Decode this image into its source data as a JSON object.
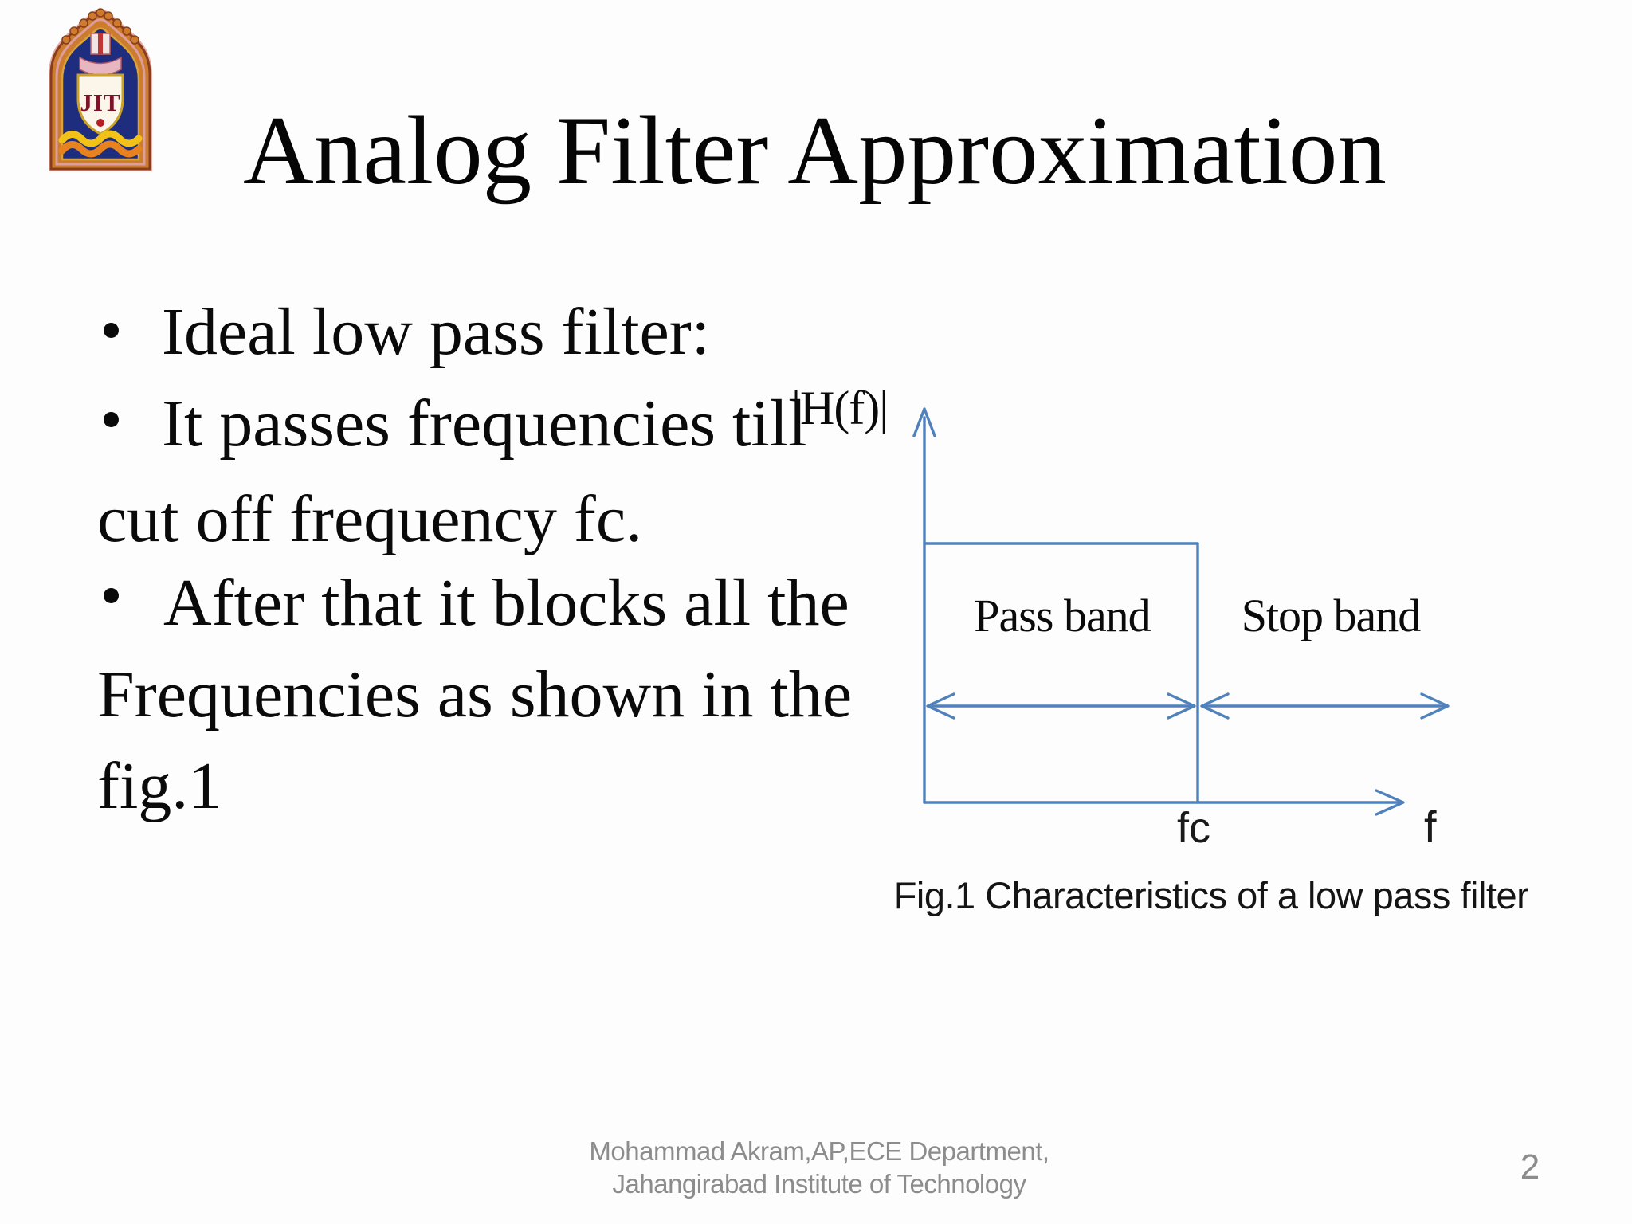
{
  "slide": {
    "title": "Analog Filter Approximation",
    "page_number": "2",
    "logo": {
      "monogram": "JIT"
    },
    "content": {
      "lines": [
        {
          "bullet": true,
          "text": "Ideal low pass filter:"
        },
        {
          "bullet": true,
          "text": "It passes frequencies till"
        },
        {
          "bullet": false,
          "text": "cut off frequency fc."
        },
        {
          "bullet": true,
          "text": "After that it blocks all the"
        },
        {
          "bullet": false,
          "text": "Frequencies as shown in the"
        },
        {
          "bullet": false,
          "text": "fig.1"
        }
      ]
    },
    "figure": {
      "y_axis_label": "|H(f)|",
      "x_axis_label": "f",
      "cutoff_label": "fc",
      "pass_band_label": "Pass band",
      "stop_band_label": "Stop band",
      "caption": "Fig.1 Characteristics of a low pass filter",
      "line_color": "#4f81bd"
    },
    "footer": {
      "line1": "Mohammad Akram,AP,ECE Department,",
      "line2": "Jahangirabad Institute of Technology"
    }
  }
}
